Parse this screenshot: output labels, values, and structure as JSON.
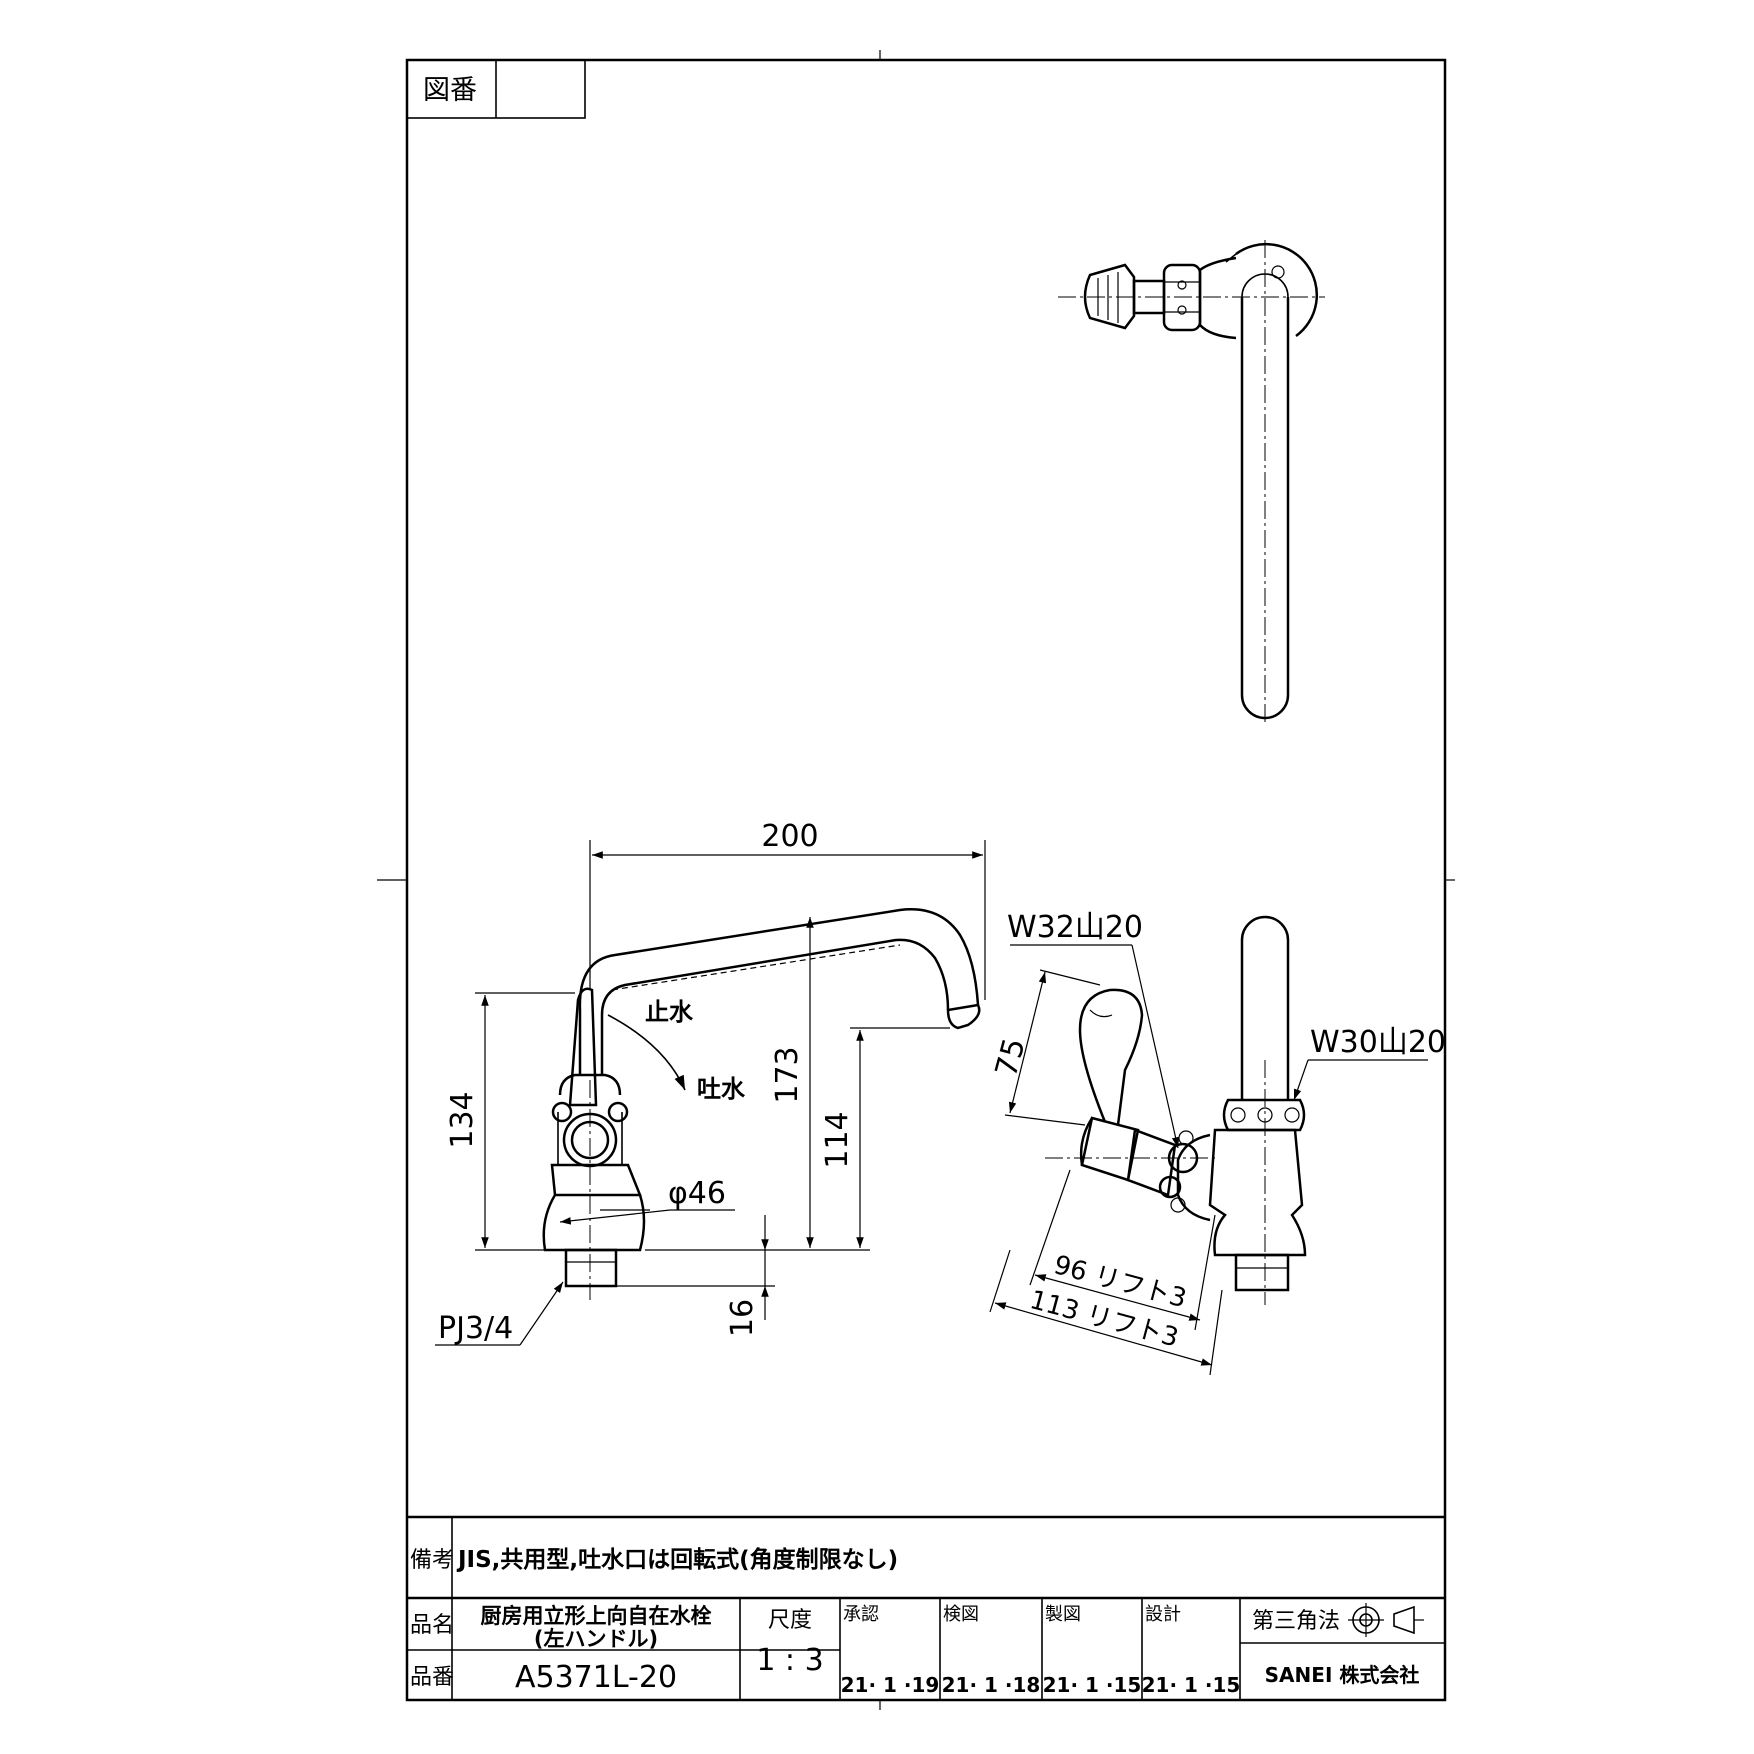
{
  "title_block": {
    "drawing_no_label": "図番",
    "drawing_no_value": "",
    "remarks_label": "備考",
    "remarks_text": "JIS,共用型,吐水口は回転式(角度制限なし)",
    "product_name_label": "品名",
    "product_name_line1": "厨房用立形上向自在水栓",
    "product_name_line2": "(左ハンドル)",
    "product_no_label": "品番",
    "product_no": "A5371L-20",
    "scale_label": "尺度",
    "scale_value": "1 : 3",
    "approval_label": "承認",
    "approval_date": "21· 1 ·19",
    "check_label": "検図",
    "check_date": "21· 1 ·18",
    "drafting_label": "製図",
    "drafting_date": "21· 1 ·15",
    "design_label": "設計",
    "design_date": "21· 1 ·15",
    "projection_label": "第三角法",
    "company": "SANEI 株式会社"
  },
  "dimensions": {
    "spout_reach": "200",
    "total_height": "134",
    "spout_height": "173",
    "outlet_height": "114",
    "body_diameter": "φ46",
    "connection_length": "16",
    "connection_thread": "PJ3/4",
    "handle_height": "75",
    "nut_thread_1": "W32山20",
    "nut_thread_2": "W30山20",
    "handle_reach_1": "96 リフト3",
    "handle_reach_2": "113 リフト3"
  },
  "annotations": {
    "stop_water": "止水",
    "discharge_water": "吐水"
  }
}
